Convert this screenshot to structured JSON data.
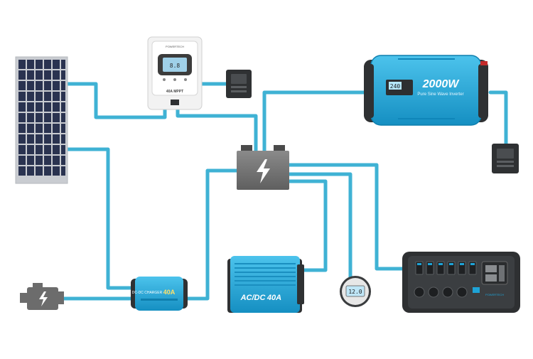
{
  "diagram": {
    "colors": {
      "wire": "#3fb2d4",
      "device_blue": "#1ea3d6",
      "device_dark": "#2f3133",
      "battery_gray": "#6f6f6f"
    },
    "components": {
      "solar_panel": {
        "icon": "solar-panel-icon"
      },
      "mppt_controller": {
        "label": "40A MPPT",
        "brand": "POWERTECH",
        "icon": "charge-controller-icon"
      },
      "controller_remote": {
        "icon": "remote-display-icon"
      },
      "inverter": {
        "model": "2000W",
        "subtitle": "Pure Sine Wave Inverter",
        "display": "240",
        "icon": "inverter-icon"
      },
      "inverter_remote": {
        "icon": "remote-display-icon"
      },
      "battery": {
        "icon": "battery-icon"
      },
      "engine": {
        "icon": "engine-icon"
      },
      "dcdc_charger": {
        "label": "DC-DC CHARGER",
        "rating": "40A",
        "icon": "dc-dc-charger-icon"
      },
      "acdc_charger": {
        "label": "AC/DC",
        "rating": "40A",
        "icon": "ac-dc-charger-icon"
      },
      "battery_monitor": {
        "display": "12.0",
        "icon": "battery-monitor-icon"
      },
      "control_panel": {
        "brand": "POWERTECH",
        "icon": "switch-panel-icon"
      }
    }
  }
}
